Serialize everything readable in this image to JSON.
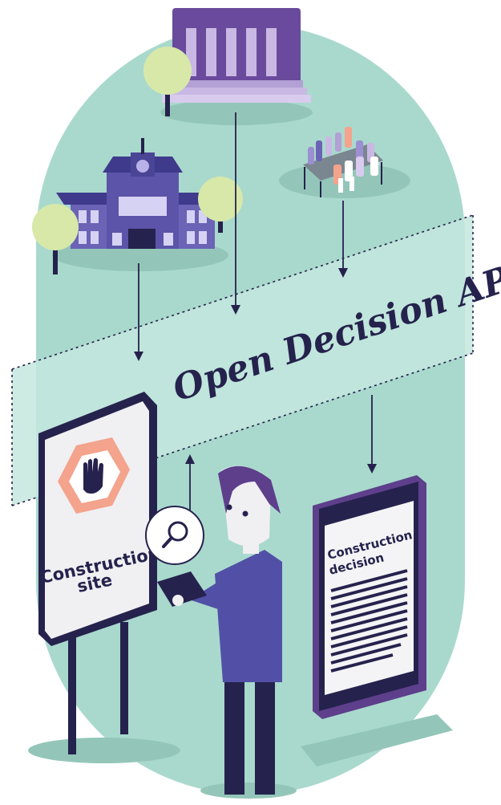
{
  "api_label": "Open Decision API",
  "sign": {
    "line1": "Construction",
    "line2": "site"
  },
  "tablet": {
    "line1": "Construction",
    "line2": "decision"
  },
  "colors": {
    "background_blob": "#a9d9cd",
    "band": "#c4e6de",
    "navy": "#25224d",
    "purple": "#5e3f8c",
    "building_blue": "#6b63b5",
    "tree_green": "#d7e8a9",
    "hexagon_salmon": "#f4a38c",
    "person_shirt": "#5150a6"
  },
  "icons": [
    "parliament-icon",
    "city-hall-icon",
    "council-meeting-icon",
    "stop-hand-icon",
    "magnifier-icon",
    "phone-icon",
    "tablet-icon",
    "person-icon"
  ]
}
